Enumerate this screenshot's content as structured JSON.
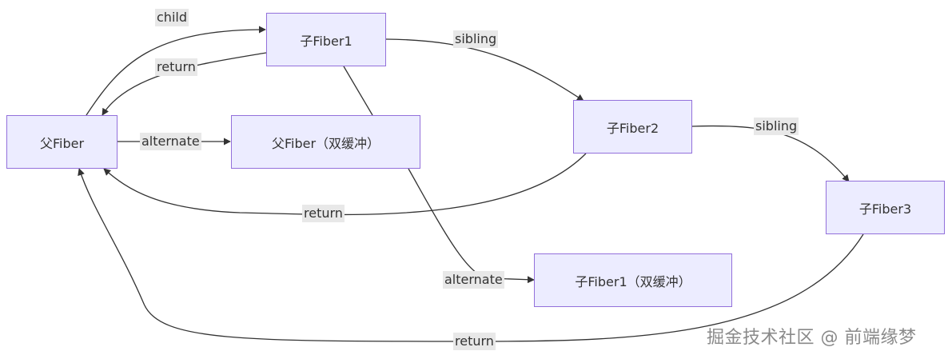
{
  "nodes": {
    "parent_fiber": "父Fiber",
    "parent_fiber_alt": "父Fiber（双缓冲）",
    "child_fiber_1": "子Fiber1",
    "child_fiber_1_alt": "子Fiber1（双缓冲）",
    "child_fiber_2": "子Fiber2",
    "child_fiber_3": "子Fiber3"
  },
  "edge_labels": {
    "child": "child",
    "return_child1": "return",
    "alternate_parent": "alternate",
    "sibling_1_2": "sibling",
    "sibling_2_3": "sibling",
    "return_child2": "return",
    "alternate_child1": "alternate",
    "return_child3": "return"
  },
  "watermark": "掘金技术社区 @ 前端缘梦",
  "colors": {
    "node_fill": "#ECECFF",
    "node_stroke": "#9370DB",
    "edge": "#333333",
    "label_bg": "#e8e8e8"
  }
}
